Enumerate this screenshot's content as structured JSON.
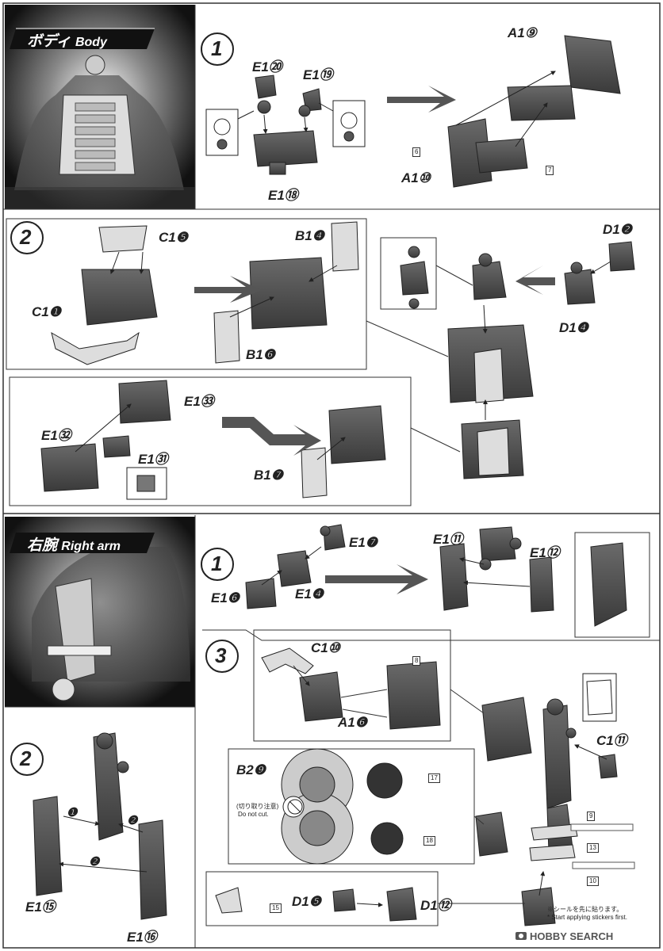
{
  "sections": {
    "body": {
      "title_jp": "ボディ",
      "title_en": "Body"
    },
    "right_arm": {
      "title_jp": "右腕",
      "title_en": "Right arm"
    }
  },
  "steps": {
    "s1": "1",
    "s2": "2",
    "s3": "3"
  },
  "parts": {
    "body_step1": [
      "E1⑳",
      "E1⑲",
      "E1⑱",
      "A1⑨",
      "A1⑩"
    ],
    "body_step2": [
      "C1❺",
      "B1❹",
      "C1❶",
      "B1❻",
      "D1❷",
      "D1❹",
      "E1㉝",
      "E1㉜",
      "E1㉛",
      "B1❼"
    ],
    "arm_step1": [
      "E1❼",
      "E1❻",
      "E1❹",
      "E1⑪",
      "E1⑫"
    ],
    "arm_step2": [
      "E1⑮",
      "E1⑯"
    ],
    "arm_step3": [
      "C1⑩",
      "A1❻",
      "C1⑪",
      "B2❾",
      "D1❺",
      "D1⑫"
    ],
    "arm_step2_arrows": [
      "❶",
      "❷",
      "❷"
    ]
  },
  "stickers": [
    "6",
    "7",
    "8",
    "17",
    "18",
    "9",
    "13",
    "10",
    "15"
  ],
  "notes": {
    "do_not_cut_jp": "(切り取り注意)",
    "do_not_cut_en": "Do not cut.",
    "sticker_note_jp": "※シールを先に貼ります。",
    "sticker_note_en": "* Start applying stickers first."
  },
  "watermark": "HOBBY SEARCH"
}
